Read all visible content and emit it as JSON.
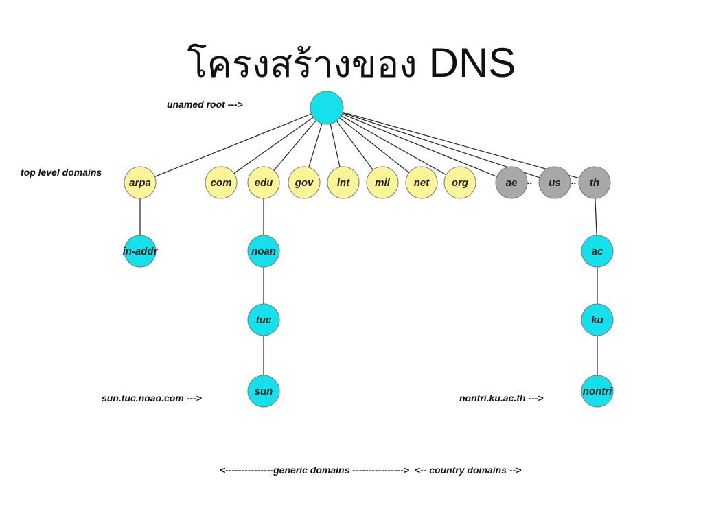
{
  "title": {
    "thai": "โครงสร้างของ",
    "latin": "DNS"
  },
  "colors": {
    "cyan": "#16e0ec",
    "yellow": "#fbf59a",
    "gray": "#a8a8a8",
    "edge": "#222222"
  },
  "labels": {
    "root_pointer": "unamed root --->",
    "top_level": "top level domains",
    "sun_fqdn": "sun.tuc.noao.com --->",
    "nontri_fqdn": "nontri.ku.ac.th --->",
    "dots1": "..",
    "dots2": "..",
    "footer": "<---------------generic domains ---------------->  <-- country domains -->"
  },
  "nodes": [
    {
      "id": "root",
      "label": "",
      "fill": "cyan"
    },
    {
      "id": "arpa",
      "label": "arpa",
      "fill": "yellow"
    },
    {
      "id": "com",
      "label": "com",
      "fill": "yellow"
    },
    {
      "id": "edu",
      "label": "edu",
      "fill": "yellow"
    },
    {
      "id": "gov",
      "label": "gov",
      "fill": "yellow"
    },
    {
      "id": "int",
      "label": "int",
      "fill": "yellow"
    },
    {
      "id": "mil",
      "label": "mil",
      "fill": "yellow"
    },
    {
      "id": "net",
      "label": "net",
      "fill": "yellow"
    },
    {
      "id": "org",
      "label": "org",
      "fill": "yellow"
    },
    {
      "id": "ae",
      "label": "ae",
      "fill": "gray"
    },
    {
      "id": "us",
      "label": "us",
      "fill": "gray"
    },
    {
      "id": "th",
      "label": "th",
      "fill": "gray"
    },
    {
      "id": "in-addr",
      "label": "in-addr",
      "fill": "cyan"
    },
    {
      "id": "noan",
      "label": "noan",
      "fill": "cyan"
    },
    {
      "id": "tuc",
      "label": "tuc",
      "fill": "cyan"
    },
    {
      "id": "sun",
      "label": "sun",
      "fill": "cyan"
    },
    {
      "id": "ac",
      "label": "ac",
      "fill": "cyan"
    },
    {
      "id": "ku",
      "label": "ku",
      "fill": "cyan"
    },
    {
      "id": "nontri",
      "label": "nontri",
      "fill": "cyan"
    }
  ],
  "edges": [
    [
      "root",
      "arpa"
    ],
    [
      "root",
      "com"
    ],
    [
      "root",
      "edu"
    ],
    [
      "root",
      "gov"
    ],
    [
      "root",
      "int"
    ],
    [
      "root",
      "mil"
    ],
    [
      "root",
      "net"
    ],
    [
      "root",
      "org"
    ],
    [
      "root",
      "ae"
    ],
    [
      "root",
      "us"
    ],
    [
      "root",
      "th"
    ],
    [
      "arpa",
      "in-addr"
    ],
    [
      "edu",
      "noan"
    ],
    [
      "noan",
      "tuc"
    ],
    [
      "tuc",
      "sun"
    ],
    [
      "th",
      "ac"
    ],
    [
      "ac",
      "ku"
    ],
    [
      "ku",
      "nontri"
    ]
  ]
}
